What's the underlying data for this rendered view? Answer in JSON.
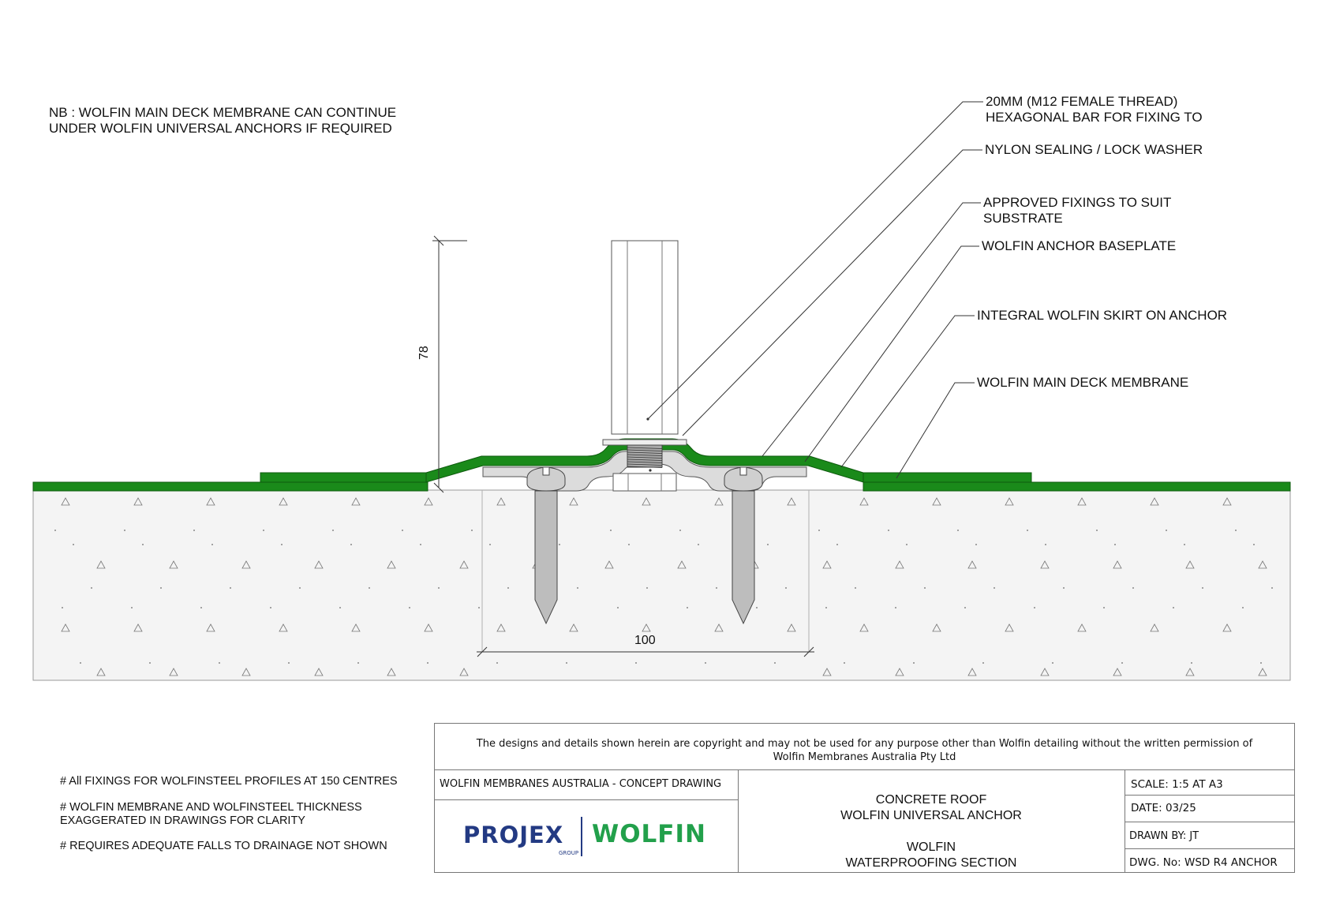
{
  "note": {
    "line1": "NB :   WOLFIN MAIN DECK MEMBRANE CAN CONTINUE",
    "line2": "UNDER WOLFIN UNIVERSAL ANCHORS IF REQUIRED"
  },
  "callouts": {
    "hex_bar_line1": "20MM (M12 FEMALE THREAD)",
    "hex_bar_line2": "HEXAGONAL BAR FOR FIXING TO",
    "washer": "NYLON SEALING /  LOCK WASHER",
    "fixings_line1": "APPROVED FIXINGS TO SUIT",
    "fixings_line2": "SUBSTRATE",
    "baseplate": "WOLFIN ANCHOR BASEPLATE",
    "skirt": "INTEGRAL WOLFIN SKIRT ON ANCHOR",
    "membrane": "WOLFIN MAIN DECK MEMBRANE"
  },
  "dimensions": {
    "height": "78",
    "width": "100"
  },
  "footnotes": [
    "# All FIXINGS FOR WOLFINSTEEL PROFILES AT 150 CENTRES",
    "# WOLFIN MEMBRANE AND WOLFINSTEEL THICKNESS",
    "   EXAGGERATED IN DRAWINGS FOR CLARITY",
    "# REQUIRES ADEQUATE FALLS TO DRAINAGE NOT SHOWN"
  ],
  "title_block": {
    "copyright_line1": "The designs and details shown herein are copyright and may not be used for any purpose other than Wolfin detailing without the written permission of",
    "copyright_line2": "Wolfin Membranes Australia Pty Ltd",
    "company": "WOLFIN MEMBRANES AUSTRALIA - CONCEPT DRAWING",
    "logo_projex": "PROJEX",
    "logo_group": "GROUP",
    "logo_wolfin": "WOLFIN",
    "title_line1": "CONCRETE ROOF",
    "title_line2": "WOLFIN UNIVERSAL ANCHOR",
    "title_line3": "WOLFIN",
    "title_line4": "WATERPROOFING SECTION",
    "scale": "SCALE:  1:5 AT A3",
    "date": "DATE: 03/25",
    "drawn_by": "DRAWN BY: JT",
    "dwg_no": "DWG. No: WSD R4 ANCHOR"
  },
  "colors": {
    "membrane_green": "#1a8a1a",
    "concrete": "#f4f4f4",
    "steel": "#cfcfcf",
    "baseplate": "#dcdcdc"
  }
}
